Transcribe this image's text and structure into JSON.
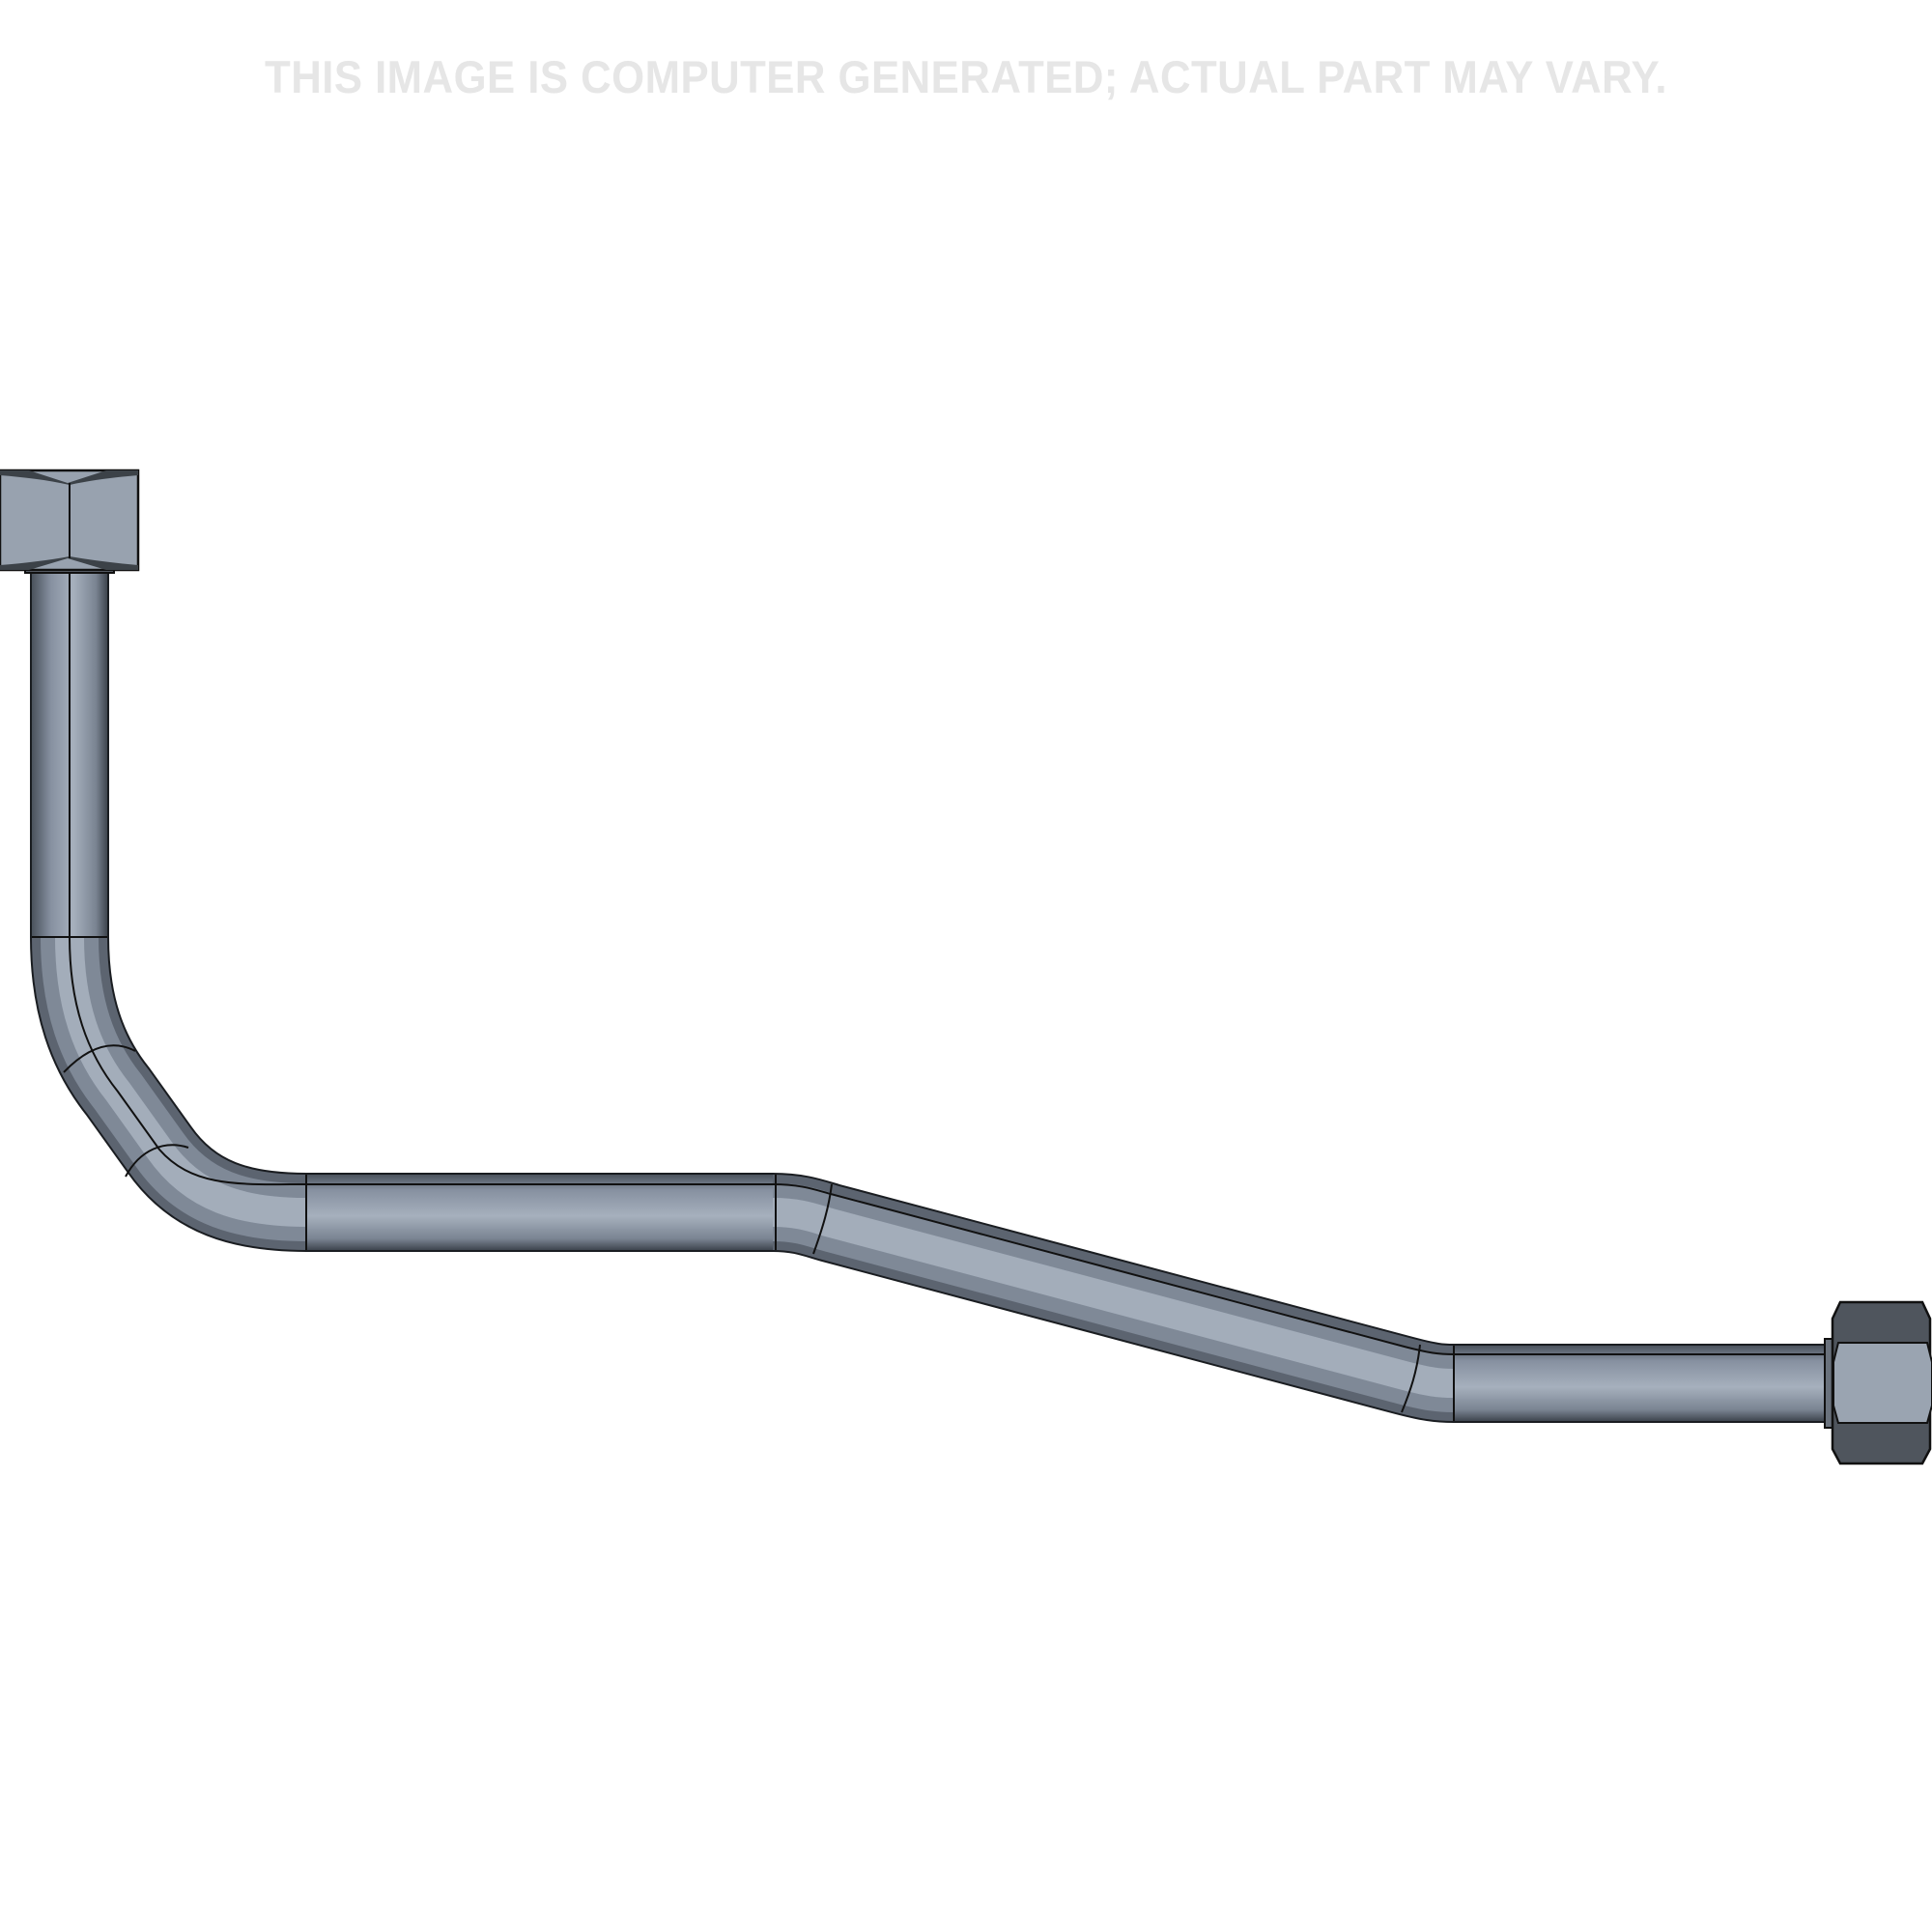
{
  "disclaimer": "THIS IMAGE IS COMPUTER GENERATED; ACTUAL PART MAY VARY.",
  "part": {
    "type": "bent-tube-assembly",
    "colors": {
      "tube_light": "#a3adba",
      "tube_dark": "#4a525c",
      "nut_face": "#9aa4b1",
      "nut_dark": "#4f555d",
      "outline": "#111111"
    },
    "components": [
      {
        "name": "left-hex-nut",
        "orientation": "vertical-down"
      },
      {
        "name": "tube",
        "segments": [
          "vertical",
          "bend",
          "diagonal",
          "bend",
          "horizontal",
          "bend",
          "sloped",
          "bend",
          "horizontal"
        ]
      },
      {
        "name": "right-hex-nut",
        "orientation": "horizontal-right"
      }
    ]
  }
}
